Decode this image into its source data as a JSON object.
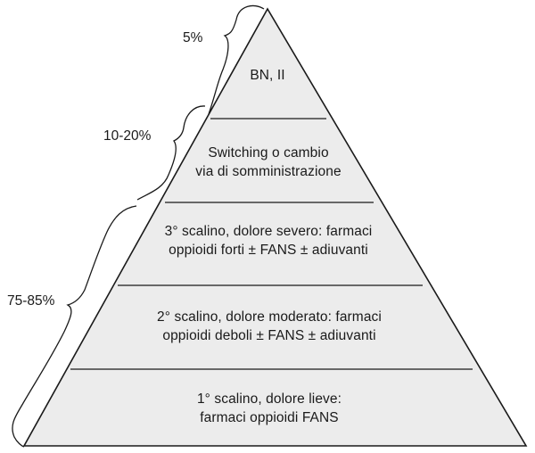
{
  "pyramid": {
    "levels": [
      {
        "id": "top",
        "lines": [
          "BN, II"
        ]
      },
      {
        "id": "switching",
        "lines": [
          "Switching o cambio",
          "via di somministrazione"
        ]
      },
      {
        "id": "step3",
        "lines": [
          "3° scalino, dolore severo: farmaci",
          "oppioidi forti ± FANS ± adiuvanti"
        ]
      },
      {
        "id": "step2",
        "lines": [
          "2° scalino, dolore moderato: farmaci",
          "oppioidi deboli ± FANS ± adiuvanti"
        ]
      },
      {
        "id": "step1",
        "lines": [
          "1° scalino, dolore lieve:",
          "farmaci oppioidi FANS"
        ]
      }
    ],
    "fill_color": "#ececec",
    "stroke_color": "#1a1a1a"
  },
  "brackets": [
    {
      "id": "top",
      "label": "5%"
    },
    {
      "id": "middle",
      "label": "10-20%"
    },
    {
      "id": "bottom",
      "label": "75-85%"
    }
  ]
}
